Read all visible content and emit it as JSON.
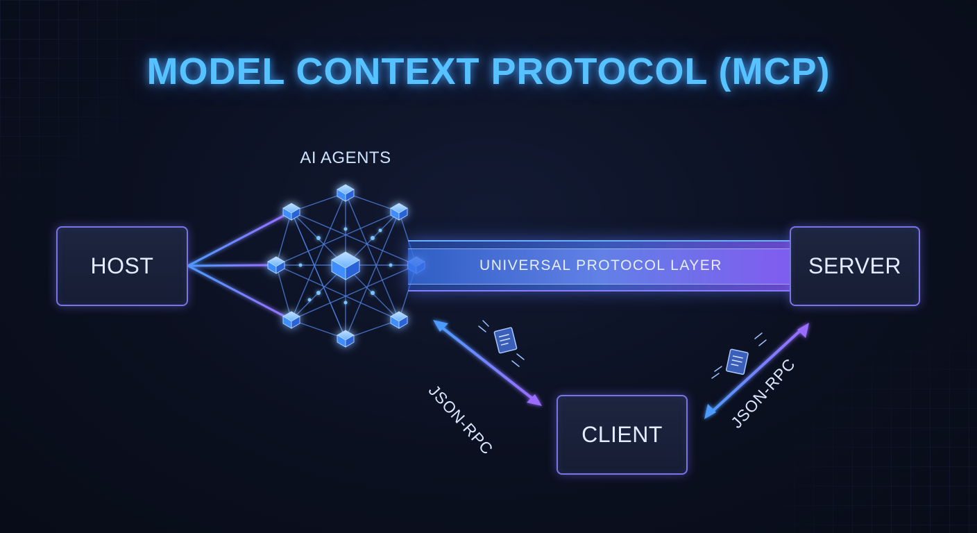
{
  "title": "MODEL CONTEXT PROTOCOL (MCP)",
  "agents_label": "AI AGENTS",
  "nodes": {
    "host": "HOST",
    "server": "SERVER",
    "client": "CLIENT"
  },
  "protocol_layer": "UNIVERSAL PROTOCOL LAYER",
  "connections": {
    "left_label": "JSON-RPC",
    "right_label": "JSON-RPC"
  },
  "colors": {
    "background": "#0b1020",
    "title": "#56c2ff",
    "box_border": "#7b74e6",
    "cube": "#3f8dff",
    "link_purple": "#8b6cff",
    "link_blue": "#4d9bff"
  }
}
